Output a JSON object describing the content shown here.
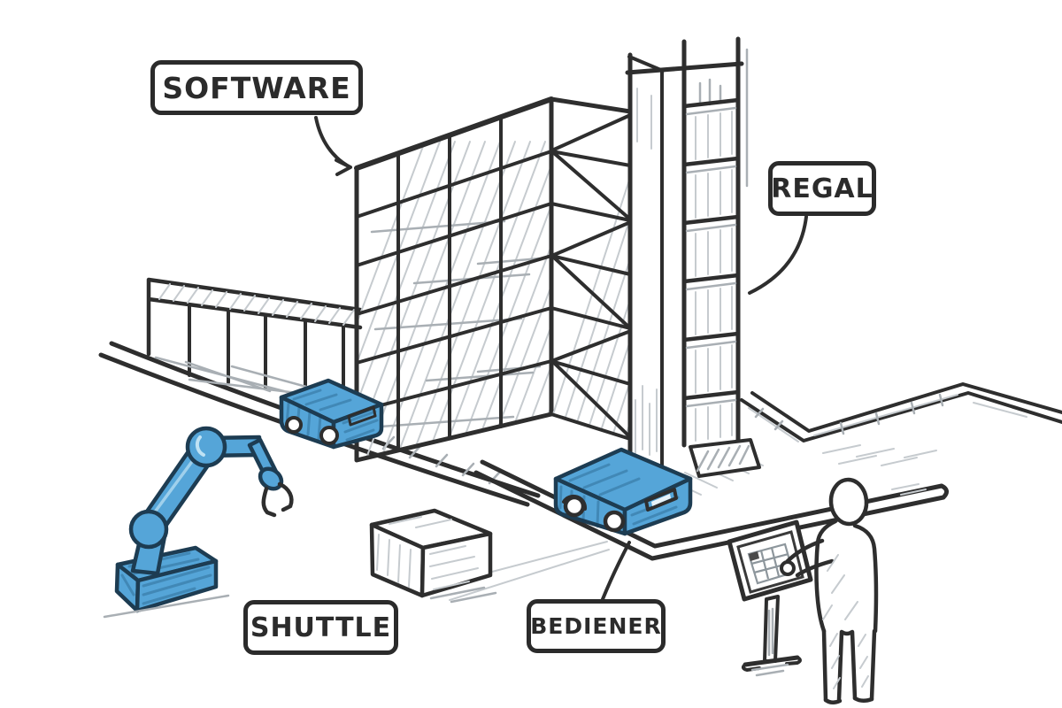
{
  "labels": {
    "software": "SOFTWARE",
    "regal": "REGAL",
    "shuttle": "SHUTTLE",
    "bediener": "BEDIENER"
  },
  "colors": {
    "ink": "#2e2e2e",
    "accent_blue": "#55a5d8",
    "blue_outline": "#1d3c52",
    "hatch_gray": "#c6cbcf",
    "background": "#ffffff"
  }
}
